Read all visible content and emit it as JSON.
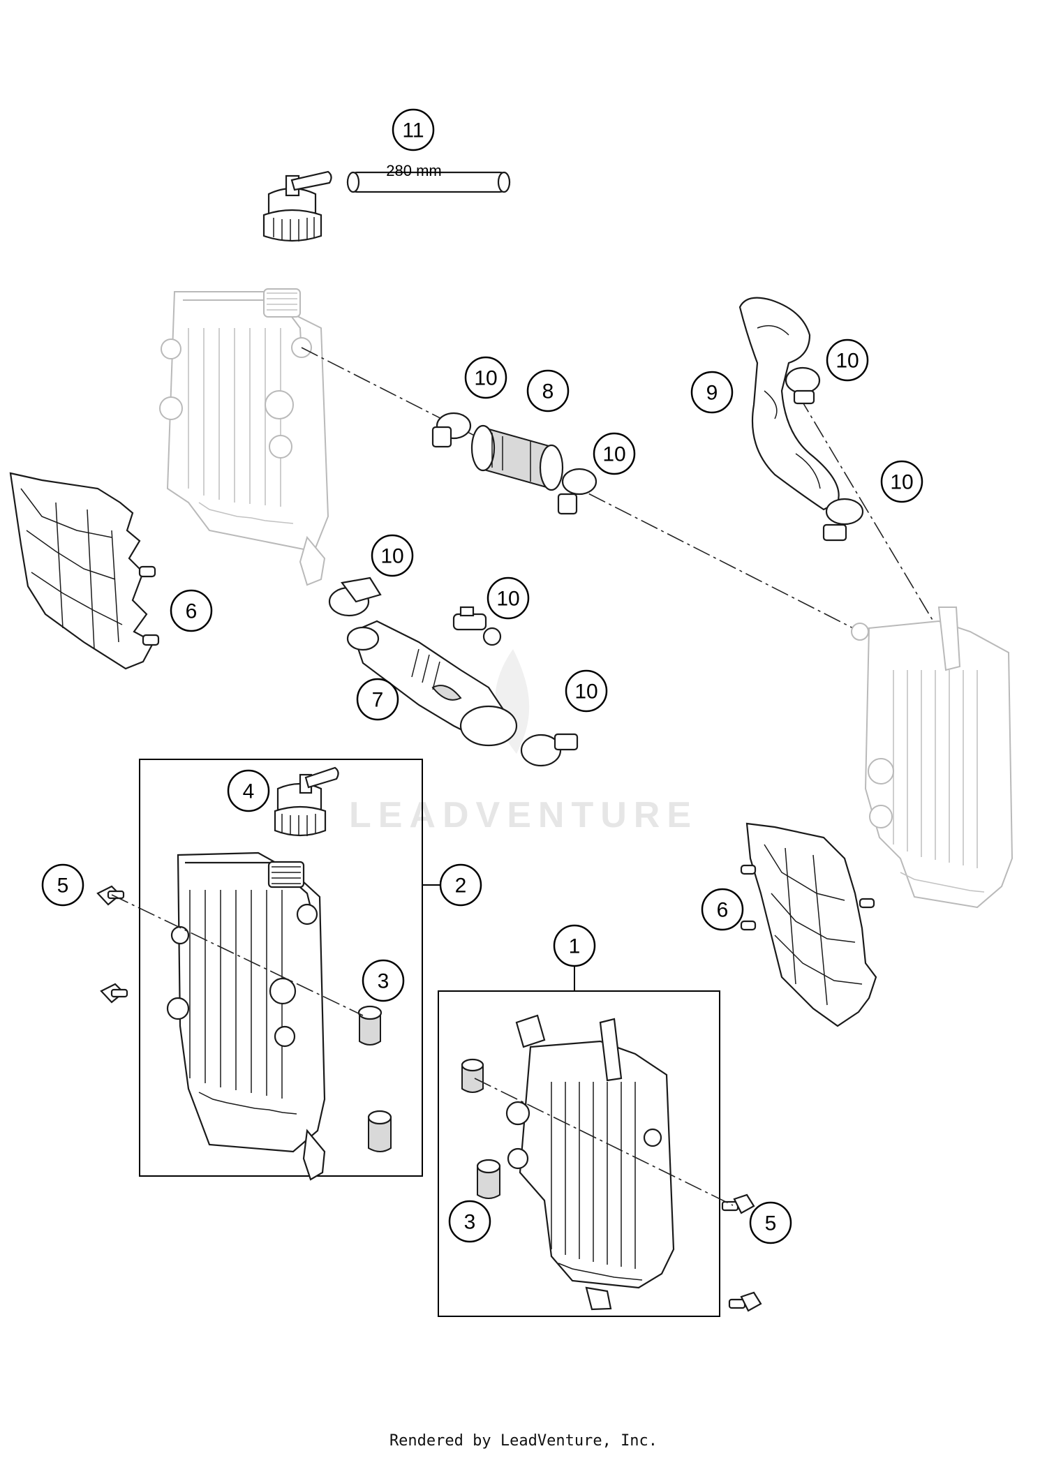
{
  "callouts": {
    "c11": "11",
    "c10a": "10",
    "c10b": "10",
    "c10c": "10",
    "c10d": "10",
    "c10e": "10",
    "c10f": "10",
    "c10g": "10",
    "c9": "9",
    "c8": "8",
    "c7": "7",
    "c6a": "6",
    "c6b": "6",
    "c5a": "5",
    "c5b": "5",
    "c4": "4",
    "c3a": "3",
    "c3b": "3",
    "c2": "2",
    "c1": "1"
  },
  "dimension_label": "280 mm",
  "watermark": "LEADVENTURE",
  "footer": "Rendered by LeadVenture, Inc."
}
